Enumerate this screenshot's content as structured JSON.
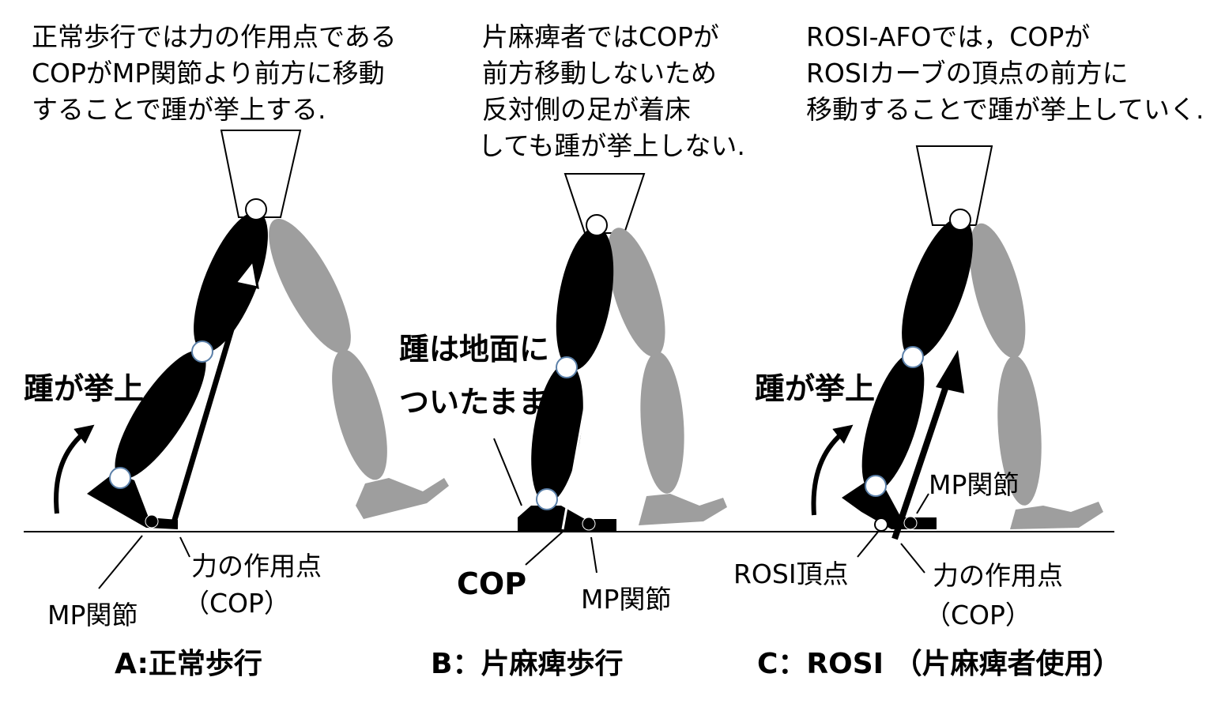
{
  "colors": {
    "stance_leg": "#000000",
    "swing_leg": "#9e9e9e",
    "joint": "#ffffff",
    "joint_stroke": "#5a7fa8"
  },
  "panel_a": {
    "caption": [
      "正常歩行では力の作用点である",
      "COPがMP関節より前方に移動",
      "することで踵が挙上する."
    ],
    "heel_label": "踵が挙上",
    "cop_label": "力の作用点",
    "cop_sub": "（COP）",
    "mp_label": "MP関節",
    "title": "A:正常歩行"
  },
  "panel_b": {
    "caption": [
      "片麻痺者ではCOPが",
      "前方移動しないため",
      "反対側の足が着床",
      "しても踵が挙上しない."
    ],
    "heel_label": [
      "踵は地面に",
      "ついたまま"
    ],
    "cop_label": "COP",
    "mp_label": "MP関節",
    "title": "B：片麻痺歩行"
  },
  "panel_c": {
    "caption": [
      "ROSI-AFOでは，COPが",
      "ROSIカーブの頂点の前方に",
      "移動することで踵が挙上していく."
    ],
    "heel_label": "踵が挙上",
    "mp_label": "MP関節",
    "rosi_label": "ROSI頂点",
    "cop_label": "力の作用点",
    "cop_sub": "（COP）",
    "title": "C：ROSI （片麻痺者使用）"
  }
}
